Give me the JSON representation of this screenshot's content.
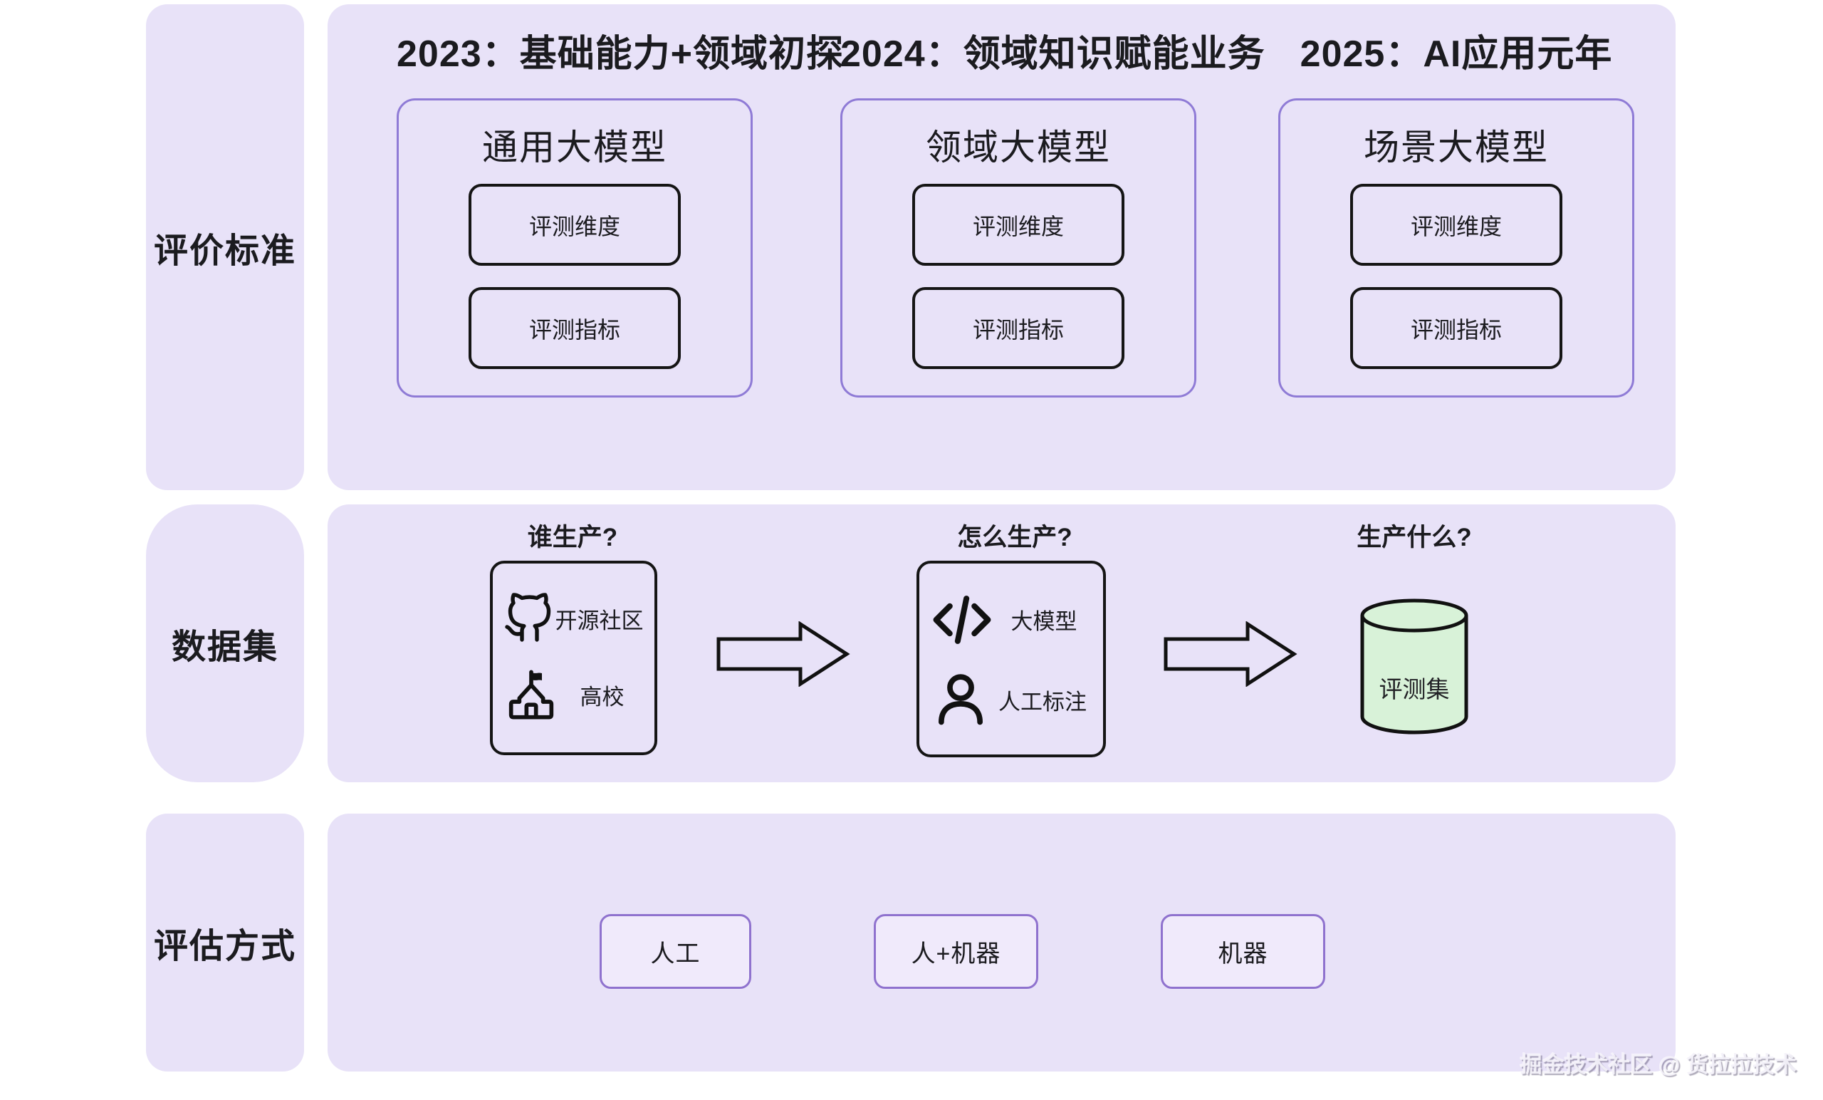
{
  "colors": {
    "panel_bg": "#E8E2F8",
    "purple_border": "#8F7BD6",
    "button_border": "#8F72CE",
    "button_fill": "#F0EAFB",
    "black_border": "#151515",
    "cylinder_fill": "#D8F2D8",
    "ink": "#1b1b1f"
  },
  "sidebar": {
    "rows": [
      {
        "label": "评价标准"
      },
      {
        "label": "数据集"
      },
      {
        "label": "评估方式"
      }
    ]
  },
  "standards": {
    "columns": [
      {
        "year_title": "2023：基础能力+领域初探",
        "model_title": "通用大模型",
        "items": [
          "评测维度",
          "评测指标"
        ]
      },
      {
        "year_title": "2024：领域知识赋能业务",
        "model_title": "领域大模型",
        "items": [
          "评测维度",
          "评测指标"
        ]
      },
      {
        "year_title": "2025：AI应用元年",
        "model_title": "场景大模型",
        "items": [
          "评测维度",
          "评测指标"
        ]
      }
    ]
  },
  "dataset": {
    "producer": {
      "question": "谁生产?",
      "items": [
        {
          "icon": "github-icon",
          "label": "开源社区"
        },
        {
          "icon": "school-icon",
          "label": "高校"
        }
      ]
    },
    "method": {
      "question": "怎么生产?",
      "items": [
        {
          "icon": "code-icon",
          "label": "大模型"
        },
        {
          "icon": "person-icon",
          "label": "人工标注"
        }
      ]
    },
    "product": {
      "question": "生产什么?",
      "label": "评测集"
    }
  },
  "evaluation": {
    "buttons": [
      {
        "label": "人工"
      },
      {
        "label": "人+机器"
      },
      {
        "label": "机器"
      }
    ]
  },
  "watermark": {
    "text": "掘金技术社区 @ 货拉拉技术"
  }
}
